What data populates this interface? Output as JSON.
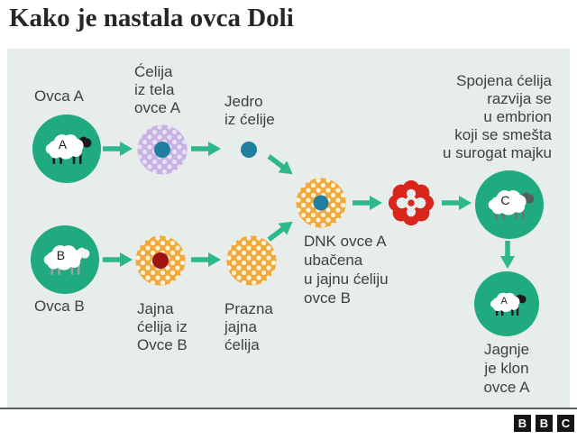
{
  "title": "Kako je nastala ovca Doli",
  "palette": {
    "panel_bg": "#e7edeb",
    "circle_green": "#20aa80",
    "arrow_green": "#2db78c",
    "cell_lavender": "#c7b3e3",
    "cell_orange": "#f2a93b",
    "nucleus_teal": "#207f9e",
    "nucleus_dark_red": "#9e1410",
    "embryo_red": "#d9261c",
    "label_text": "#3c4240"
  },
  "nodes": {
    "sheep_a": {
      "label": "Ovca A",
      "letter": "A"
    },
    "body_cell": {
      "label": "Ćelija\niz tela\novce A"
    },
    "nucleus": {
      "label": "Jedro\niz ćelije"
    },
    "sheep_b": {
      "label": "Ovca B",
      "letter": "B"
    },
    "egg_cell": {
      "label": "Jajna\nćelija iz\nOvce B"
    },
    "empty_egg": {
      "label": "Prazna\njajna\nćelija"
    },
    "merged_cell": {
      "label": "DNK ovce A\nubačena\nu jajnu ćeliju\novce B"
    },
    "surrogate": {
      "label": "Spojena ćelija\nrazvija se\nu embrion\nkoji se smešta\nu surogat majku",
      "letter": "C"
    },
    "lamb": {
      "label": "Jagnje\nje klon\novce A",
      "letter": "A"
    }
  },
  "footer": {
    "logo_letters": [
      "B",
      "B",
      "C"
    ]
  }
}
